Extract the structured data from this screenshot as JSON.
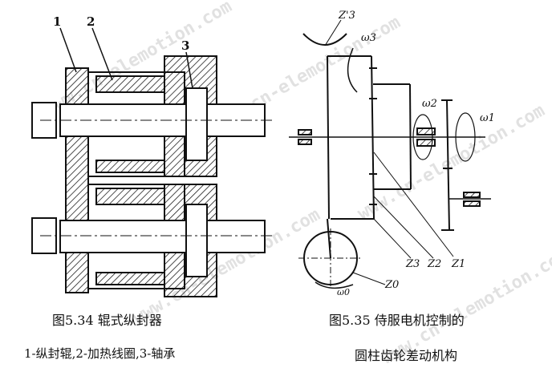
{
  "figure_left": {
    "caption": "图5.34 辊式纵封器",
    "legend": "1-纵封辊,2-加热线圈,3-轴承",
    "part_labels": [
      "1",
      "2",
      "3"
    ]
  },
  "figure_right": {
    "caption_line1": "图5.35 侍服电机控制的",
    "caption_line2": "圆柱齿轮差动机构",
    "labels": {
      "z3_prime": "Z'3",
      "omega3": "ω3",
      "omega2": "ω2",
      "omega1": "ω1",
      "z3": "Z3",
      "z2": "Z2",
      "z1": "Z1",
      "z0": "Z0",
      "omega0": "ω0"
    }
  },
  "watermark": "www.cn-elemotion.com"
}
